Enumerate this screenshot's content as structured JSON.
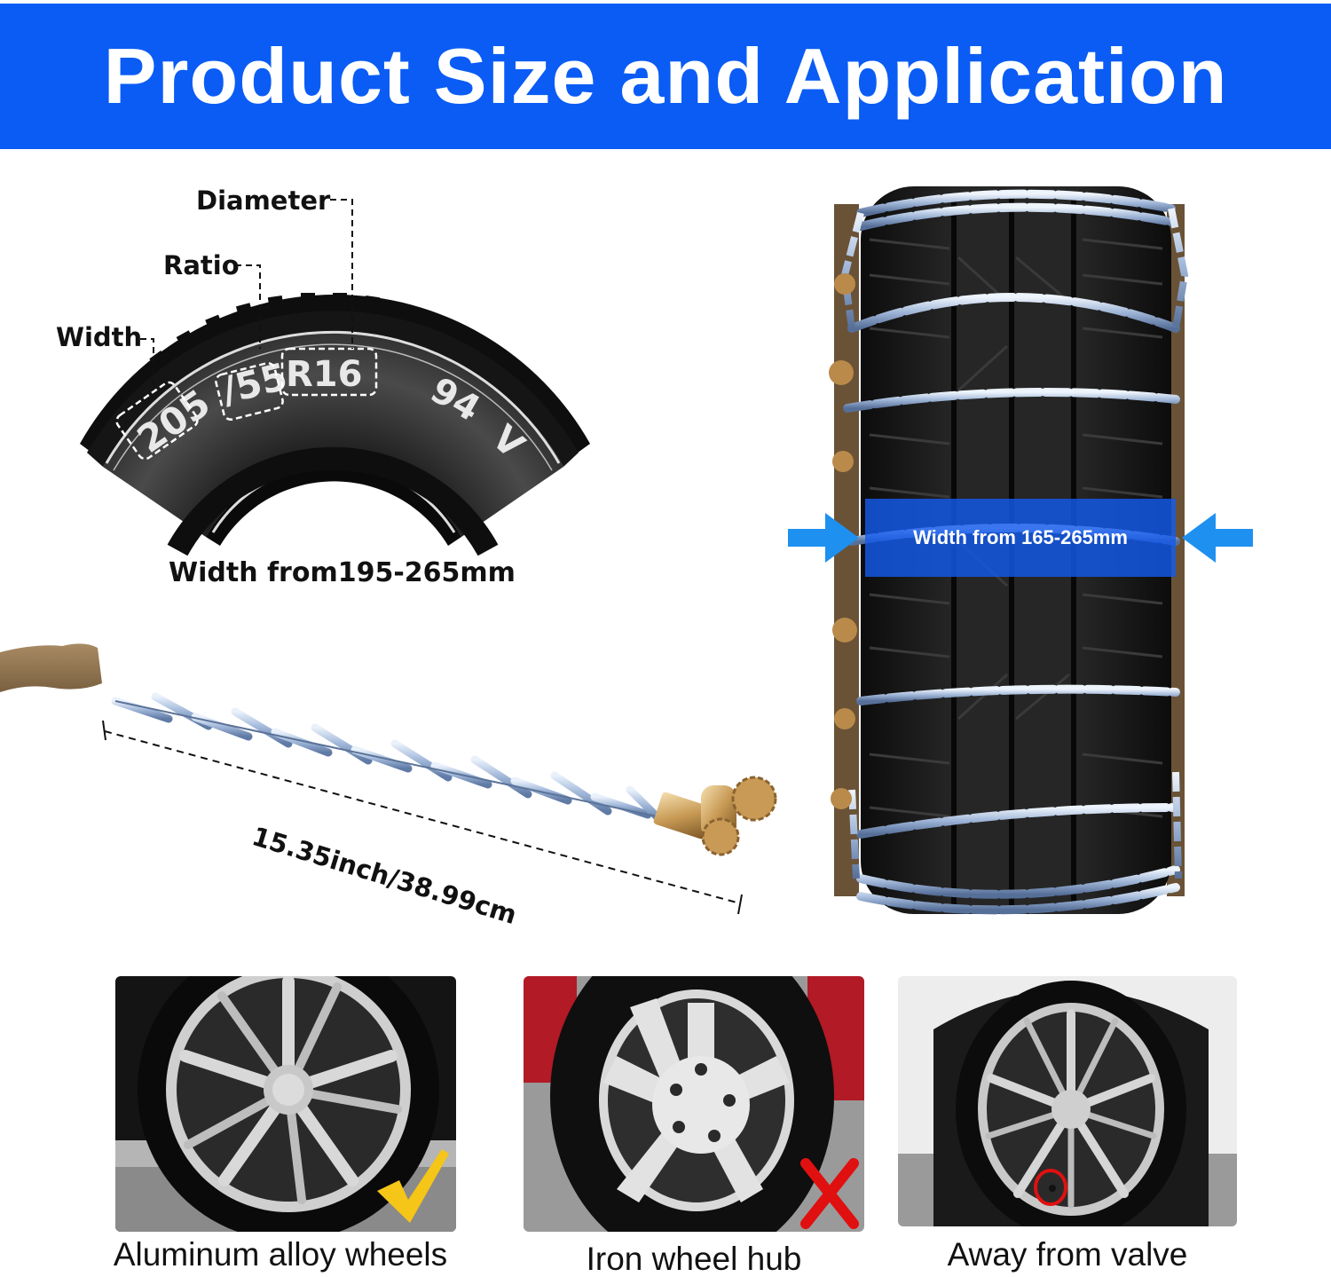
{
  "banner": {
    "title": "Product Size and Application",
    "background_color": "#0a5cf5"
  },
  "tire_diagram": {
    "labels": {
      "width": "Width",
      "ratio": "Ratio",
      "diameter": "Diameter"
    },
    "sidewall_code": {
      "width_value": "205",
      "separator": "/",
      "ratio_value": "55",
      "diameter_value": "R16",
      "load_index": "94",
      "speed_rating": "V"
    },
    "caption": "Width from195-265mm"
  },
  "chain_piece": {
    "length_label": "15.35inch/38.99cm"
  },
  "chained_tire": {
    "width_band_text": "Width from 165-265mm",
    "arrow_color": "#1e90f0",
    "band_color": "#145aeb"
  },
  "applications": [
    {
      "caption": "Aluminum alloy wheels",
      "status": "check-icon",
      "status_color": "#f5c518"
    },
    {
      "caption": "Iron wheel hub",
      "status": "cross-icon",
      "status_color": "#e01010"
    },
    {
      "caption": "Away from valve",
      "status": "valve-circle-icon",
      "status_color": "#e01010"
    }
  ]
}
